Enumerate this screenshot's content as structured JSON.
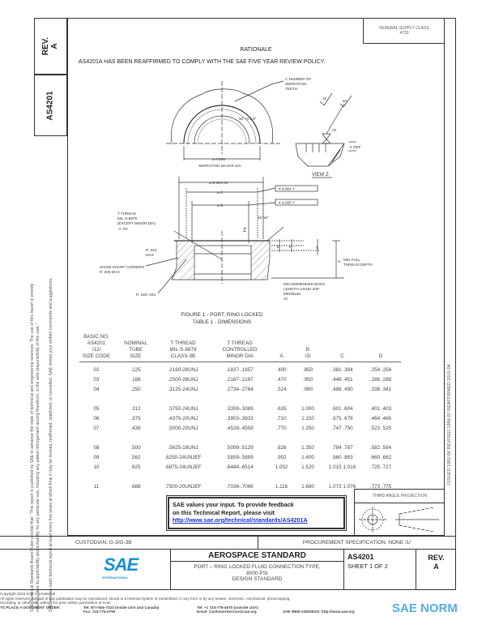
{
  "sidebar": {
    "rev_label": "REV.",
    "rev": "A",
    "doc_no": "AS4201",
    "notice": [
      "SAE Technical Standards Board Rules provide that: \"This report is published by SAE to advance the state of technical and engineering sciences. The use of this report is entirely",
      "voluntary, and its applicability and suitability for any particular use, including any patent infringement arising therefrom, is the sole responsibility of the user.\"",
      "SAE reviews each technical report at least every five years at which time it may be revised, reaffirmed, stabilized, or cancelled. SAE invites your written comments and suggestions."
    ]
  },
  "header": {
    "federal_supply_class": "FEDERAL SUPPLY CLASS",
    "fsc_value": "4730",
    "rationale_title": "RATIONALE",
    "rationale_text": "AS4201A HAS BEEN REAFFIRMED TO COMPLY WITH THE SAE FIVE YEAR REVIEW POLICY."
  },
  "history": "ISSUED 1992-06    REVISED 1996-07    REAFFIRMED 2015-04",
  "figure": {
    "serration_teeth": [
      "C NUMBER OF",
      "SERRATION",
      "TEETH"
    ],
    "a_min": "ø A MIN",
    "serration_dia": "SERRATION MAJOR DIA",
    "finish_32": "32",
    "finish_63": "63",
    "angle": "90°+1°/-0°",
    "note3": "/3/",
    "k_ref": "K REF",
    "view_z": "VIEW Z",
    "b_min": "ø B MIN /4/",
    "c_dim": "ø C",
    "d_dim": "ø D",
    "tol1": "⌖ ø.004 Y",
    "tol2": "⌖ ø.005 Y",
    "chamfer": "45°±5°",
    "z": "Z",
    "t_thread": [
      "T THREAD",
      "MIL-S-8879",
      "(EXCEPT MINOR DIA)",
      "-Y- P0"
    ],
    "r010": [
      "R .010",
      "MAX"
    ],
    "sharp": [
      "SHOW SHARP CORNERS",
      "R .005 MAX"
    ],
    "r028": "R .028-.033",
    "e": "E",
    "f": "F",
    "g": "G",
    "h": "H",
    "thread_depth": [
      "MIN FULL",
      "THREAD DEPTH"
    ],
    "boss": [
      "RECOMMENDED BOSS",
      "LENGTH USING ø\"B\"",
      "MINIMUM",
      "/4/"
    ],
    "caption": "FIGURE 1 - PORT, RING LOCKED",
    "table_title": "TABLE 1 - DIMENSIONS"
  },
  "table": {
    "headers": [
      [
        "BASIC NO.",
        "AS4201",
        "/12/",
        "SIZE CODE"
      ],
      [
        "NOMINAL",
        "TUBE",
        "SIZE"
      ],
      [
        "T THREAD",
        "MIL-S-8879",
        "CLASS-3B"
      ],
      [
        "T THREAD",
        "CONTROLLED",
        "MINOR DIA"
      ],
      [
        "A"
      ],
      [
        "B",
        "/3/"
      ],
      [
        "C"
      ],
      [
        "D"
      ]
    ],
    "groups": [
      [
        [
          "02",
          ".125",
          ".2160-28UNJ",
          ".1827-.1857",
          ".400",
          ".850",
          ".381 .384",
          ".254 .256"
        ],
        [
          "03",
          ".188",
          ".2500-28UNJ",
          ".2167-.2197",
          ".470",
          ".950",
          ".448 .451",
          ".286 .288"
        ],
        [
          "04",
          ".250",
          ".3125-24UNJ",
          ".2734-.2764",
          ".524",
          ".980",
          ".488 .490",
          ".338 .341"
        ]
      ],
      [
        [
          "05",
          ".312",
          ".3750-24UNJ",
          ".3359-.3389",
          ".635",
          "1.000",
          ".601 .604",
          ".401 .403"
        ],
        [
          "06",
          ".375",
          ".4375-20UNJ",
          ".3903-.3933",
          ".710",
          "1.150",
          ".675 .678",
          ".464 .466"
        ],
        [
          "07",
          ".438",
          ".5000-20UNJ",
          ".4528-.4558",
          ".770",
          "1.250",
          ".747 .750",
          ".523 .525"
        ]
      ],
      [
        [
          "08",
          ".500",
          ".5625-18UNJ",
          ".5099-.5129",
          ".826",
          "1.350",
          ".784 .787",
          ".582 .584"
        ],
        [
          "09",
          ".562",
          ".6250-24UNJEF",
          ".5859-.5889",
          ".902",
          "1.400",
          ".860 .863",
          ".660 .662"
        ],
        [
          "10",
          ".625",
          ".6875-24UNJEF",
          ".6484-.6514",
          "1.052",
          "1.520",
          "1.015 1.018",
          ".725 .727"
        ]
      ],
      [
        [
          "11",
          ".688",
          ".7500-20UNJEF",
          ".7036-.7066",
          "1.116",
          "1.680",
          "1.073 1.076",
          ".773 .775"
        ]
      ]
    ]
  },
  "feedback": {
    "line1": "SAE values your input. To provide feedback",
    "line2": "on this Technical Report, please visit",
    "link": "http://www.sae.org/technical/standards/AS4201A"
  },
  "projection": "THIRD ANGLE PROJECTION",
  "title_block": {
    "custodian": "CUSTODIAN: G-3/G-3B",
    "procurement": "PROCUREMENT SPECIFICATION: NONE /1/",
    "logo": "SAE",
    "logo_sub": "INTERNATIONAL",
    "category": "AEROSPACE STANDARD",
    "title1": "PORT – RING LOCKED FLUID CONNECTION TYPE,",
    "title2": "8000 PSI",
    "title3": "DESIGN STANDARD",
    "doc_no": "AS4201",
    "sheet": "SHEET 1 OF 2",
    "rev_label": "REV.",
    "rev": "A"
  },
  "footer": {
    "copyright": "Copyright 2015 SAE International",
    "rights1": "All rights reserved. No part of this publication may be reproduced, stored in a retrieval system or transmitted, in any form or by any means, electronic, mechanical, photocopying,",
    "rights2": "recording, or otherwise, without the prior written permission of SAE.",
    "order_label": "TO PLACE A DOCUMENT ORDER:",
    "tel1": "Tel: 877-606-7323 (inside USA and Canada)",
    "fax": "Fax: 724-776-0790",
    "tel2": "Tel: +1 724-776-4970 (outside USA)",
    "email": "Email: CustomerService@sae.org",
    "web": "SAE WEB ADDRESS: http://www.sae.org"
  },
  "watermark": "SAE NORM",
  "colors": {
    "link": "#1a33cc",
    "logo": "#1a8fd6"
  }
}
